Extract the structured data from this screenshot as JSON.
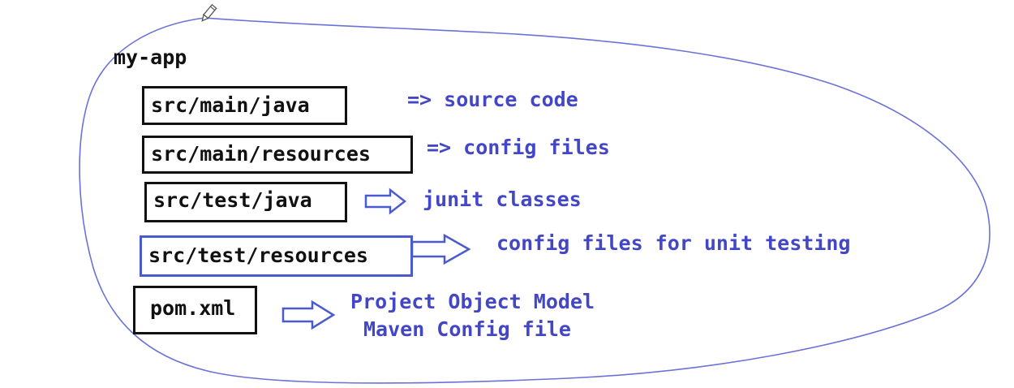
{
  "root": {
    "label": "my-app"
  },
  "folders": [
    {
      "name": "src/main/java",
      "description": "=> source code"
    },
    {
      "name": "src/main/resources",
      "description": "=> config files"
    },
    {
      "name": "src/test/java",
      "description": "junit classes"
    },
    {
      "name": "src/test/resources",
      "description": "config files for unit testing"
    },
    {
      "name": "pom.xml",
      "description_lines": [
        "Project Object Model",
        "Maven Config file"
      ]
    }
  ],
  "colors": {
    "annotation": "#4347c6",
    "outline": "#6a72d8",
    "box_border": "#111111",
    "arrow": "#4a5bd0"
  },
  "icons": {
    "pen_cursor": "pencil-icon"
  }
}
